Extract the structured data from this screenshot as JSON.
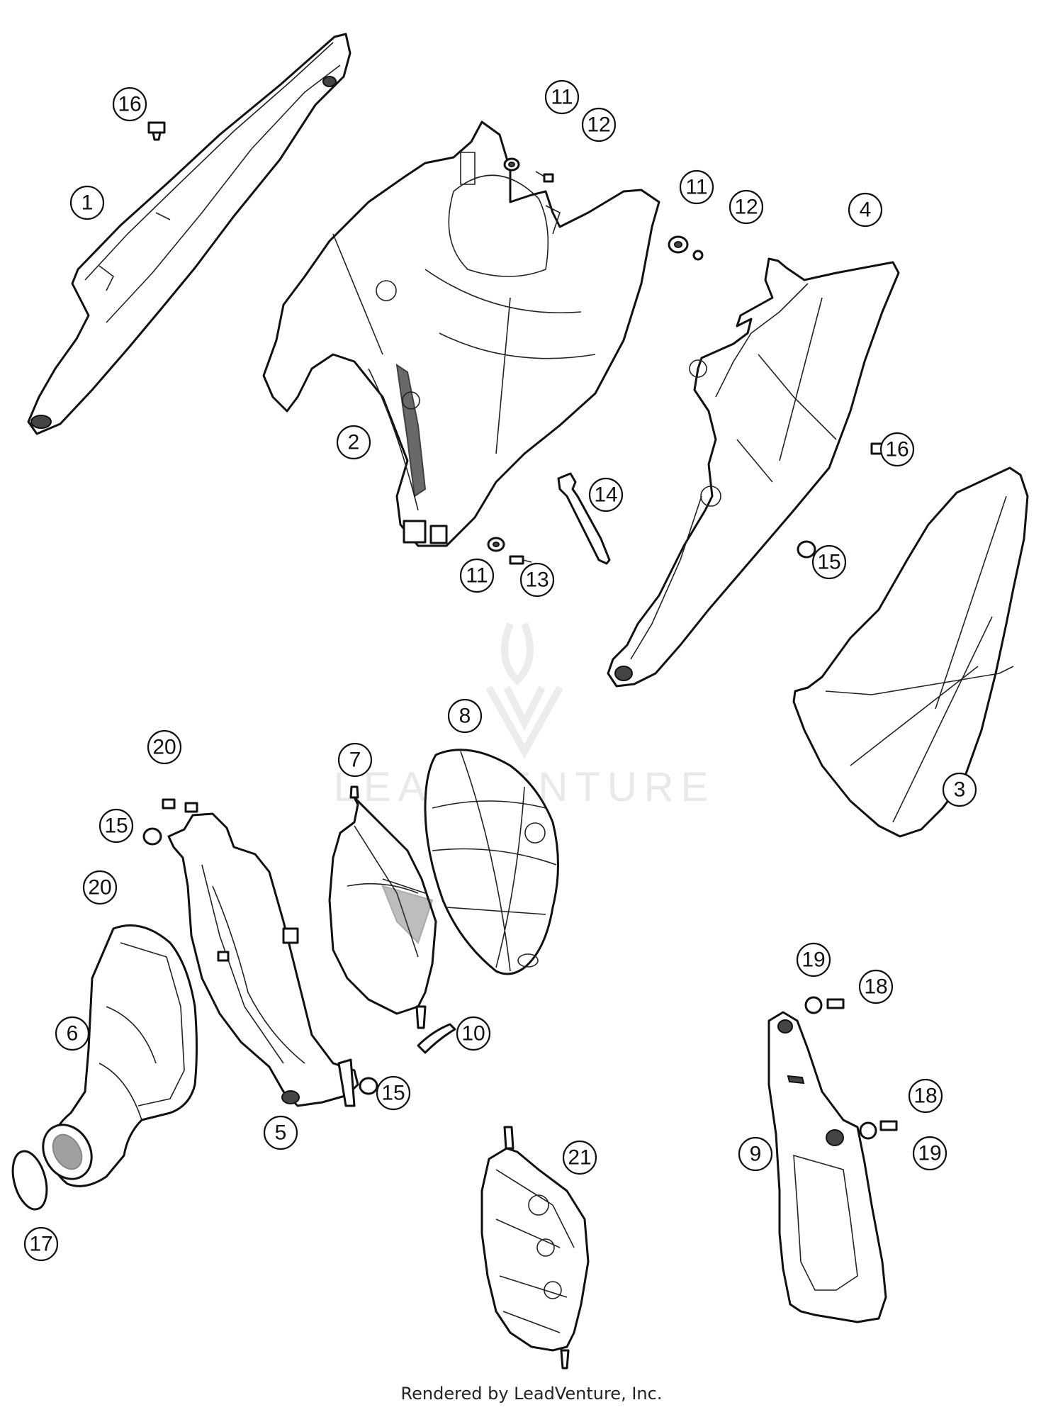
{
  "callouts": [
    "1",
    "2",
    "3",
    "4",
    "5",
    "6",
    "7",
    "8",
    "9",
    "10",
    "11",
    "12",
    "13",
    "14",
    "15",
    "16",
    "17",
    "18",
    "19",
    "20",
    "21"
  ],
  "watermark": "LEADVENTURE",
  "footer": "Rendered by LeadVenture, Inc."
}
